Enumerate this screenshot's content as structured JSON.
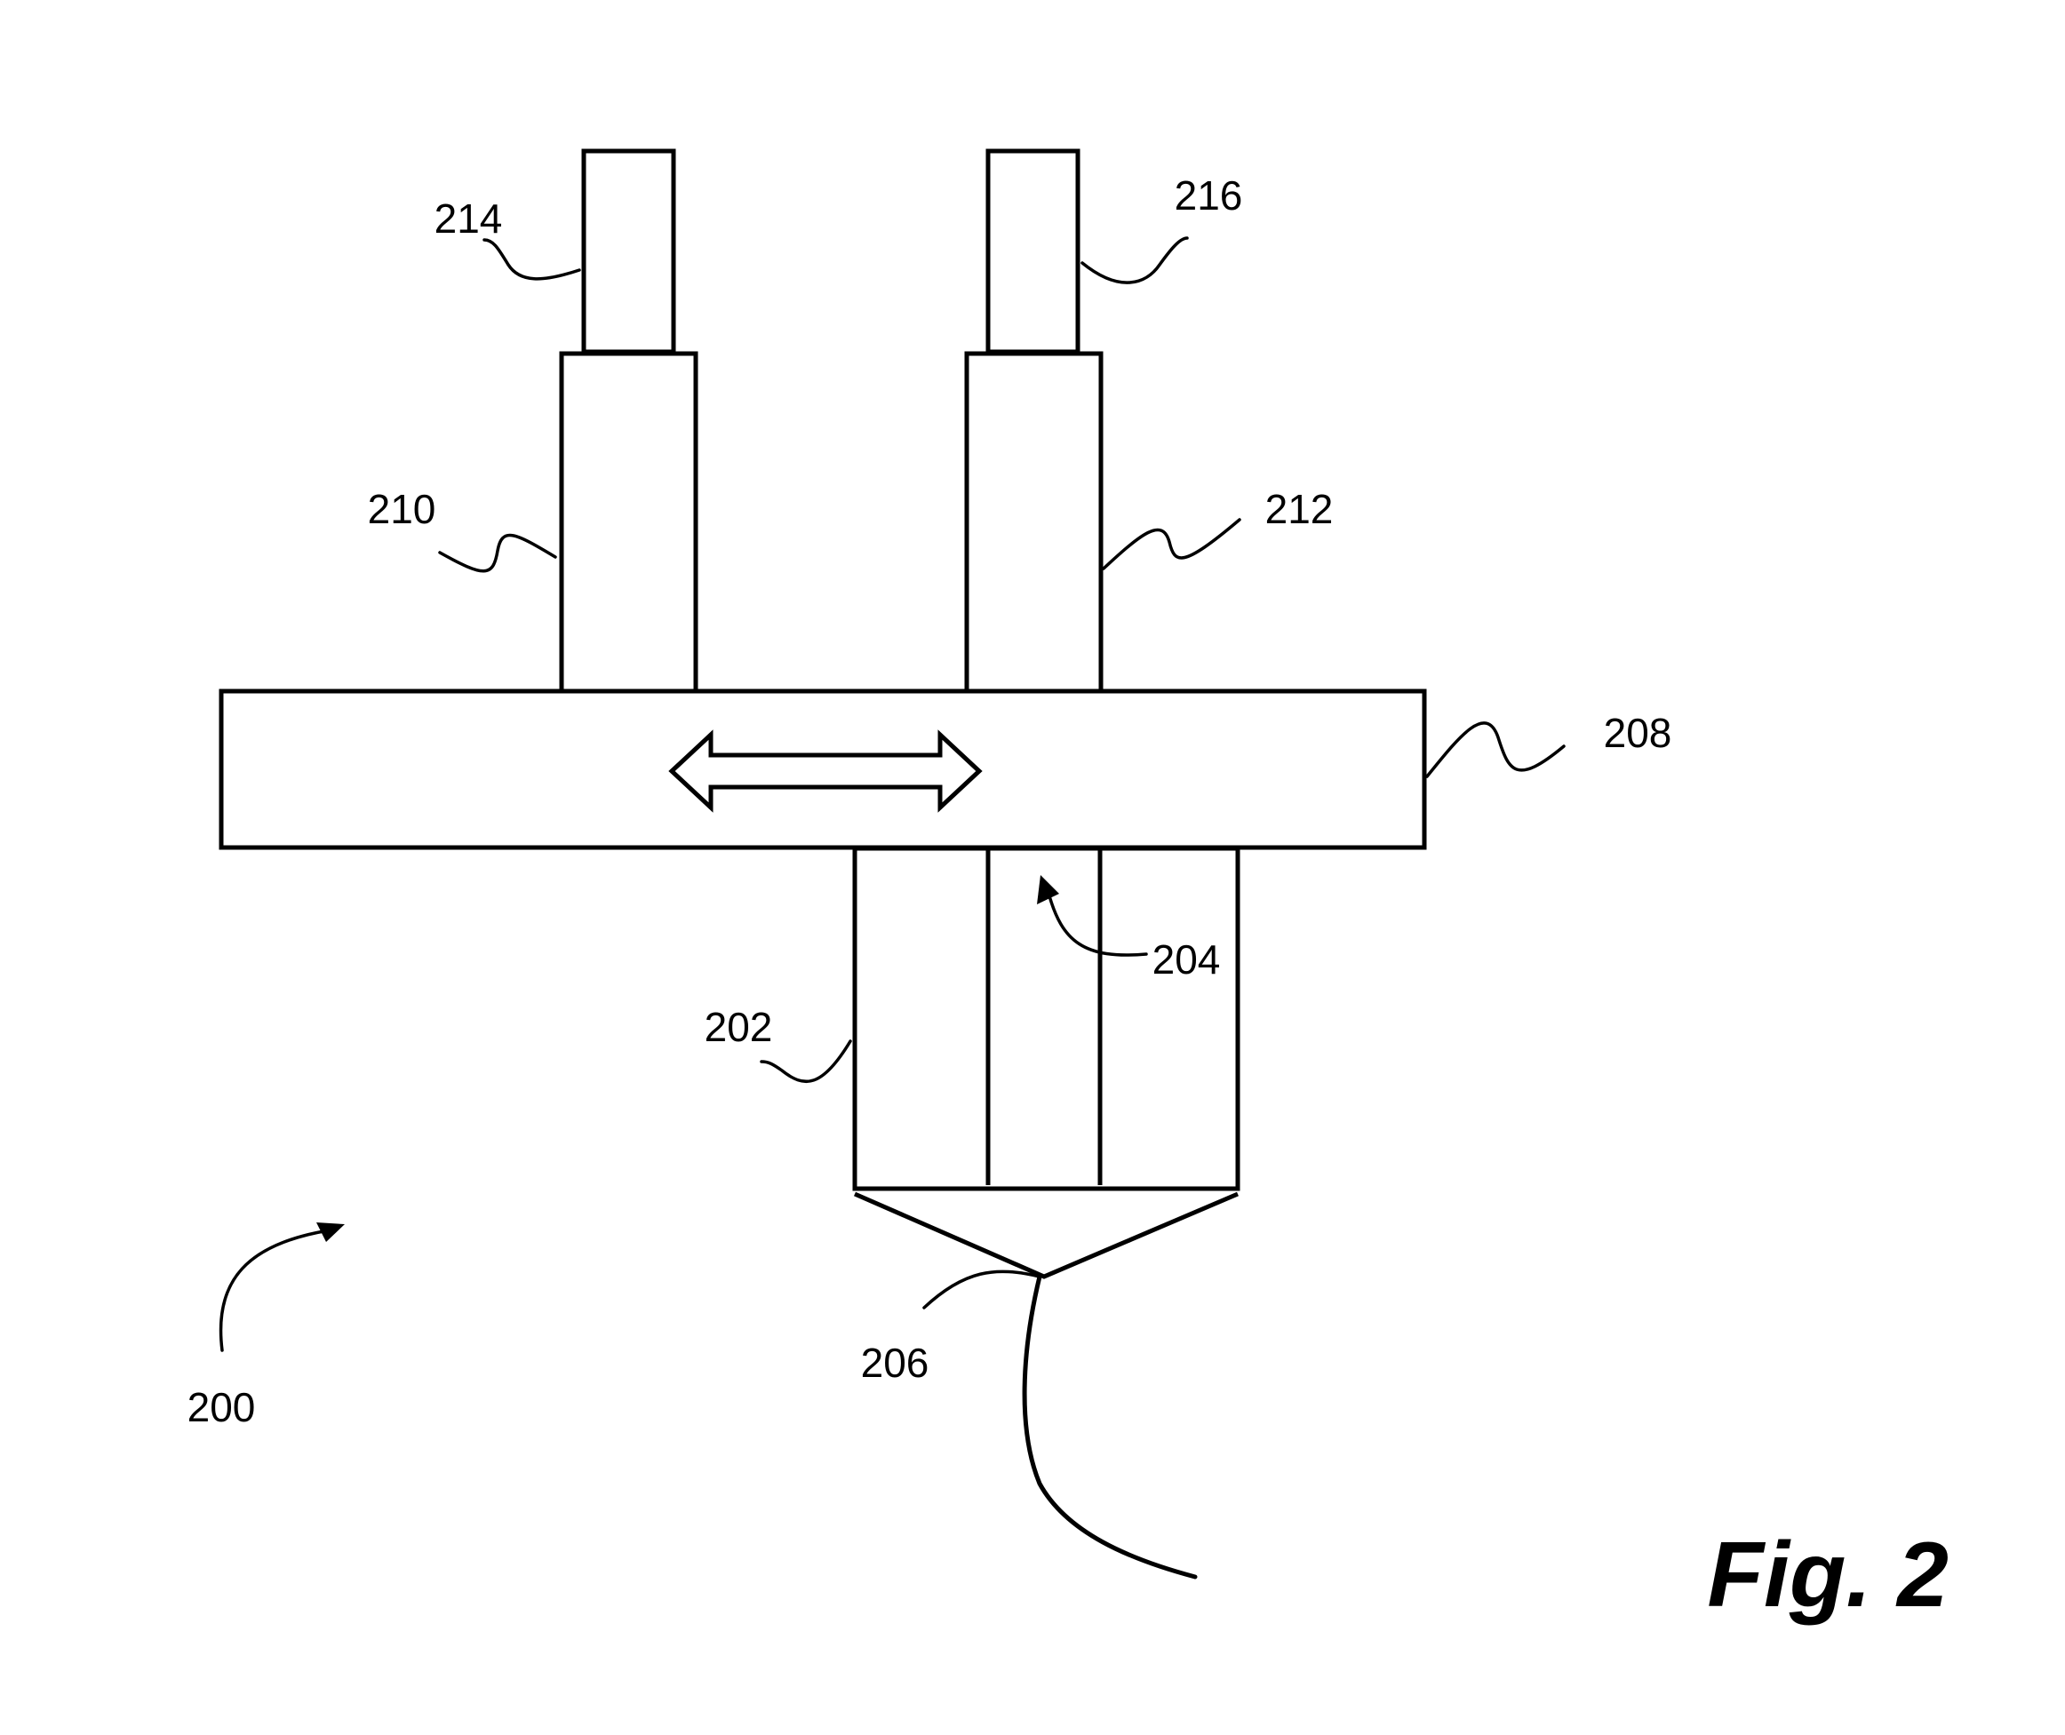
{
  "figure": {
    "caption": "Fig. 2",
    "labels": {
      "r200": "200",
      "r202": "202",
      "r204": "204",
      "r206": "206",
      "r208": "208",
      "r210": "210",
      "r212": "212",
      "r214": "214",
      "r216": "216"
    }
  },
  "colors": {
    "ink": "#000000",
    "background": "#ffffff"
  }
}
